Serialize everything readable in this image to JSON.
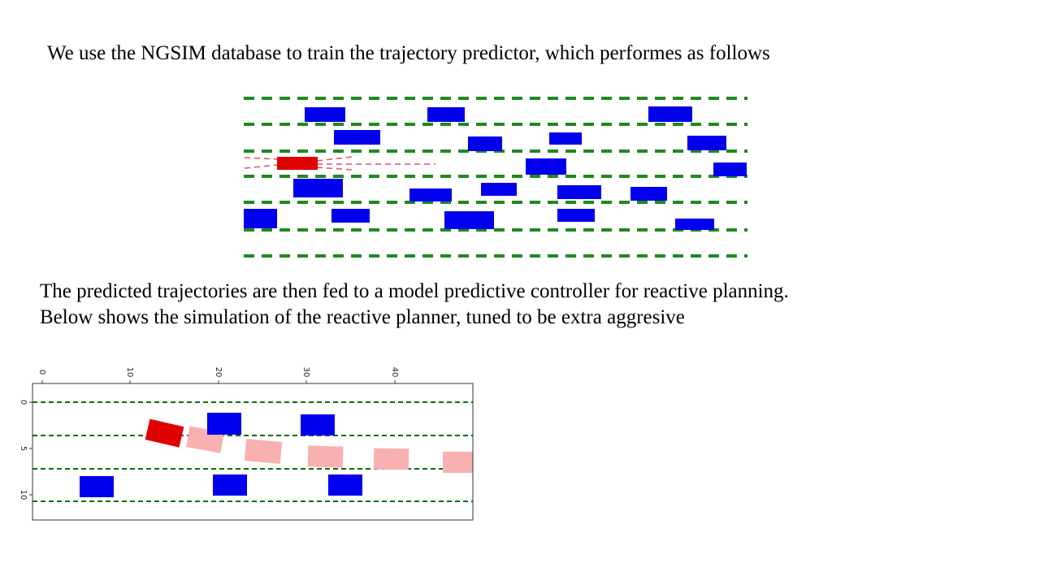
{
  "captions": {
    "line1": "We use the NGSIM database to train the trajectory predictor, which performes as follows",
    "line2a": "The predicted trajectories are then fed to a model predictive controller for reactive planning.",
    "line2b": "Below shows the simulation of the reactive planner, tuned to be extra aggresive"
  },
  "colors": {
    "lane_line": "#1f8a1f",
    "lane_line_dark": "#0a6e0a",
    "vehicle": "#0000ee",
    "ego_vehicle": "#e00000",
    "predicted_path": "#e05060",
    "planned_ghost": "#f8b0b0"
  },
  "plot": {
    "x_ticks": [
      "0",
      "10",
      "20",
      "30",
      "40"
    ],
    "y_ticks": [
      "0",
      "5",
      "10"
    ]
  }
}
